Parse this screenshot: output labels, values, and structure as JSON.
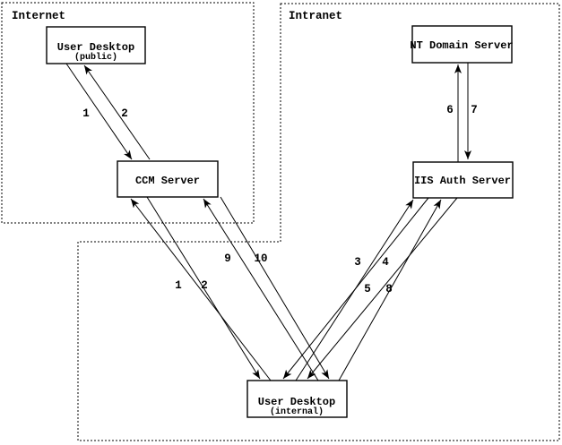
{
  "regions": {
    "internet": {
      "label": "Internet"
    },
    "intranet": {
      "label": "Intranet"
    }
  },
  "nodes": {
    "user_desktop_public": {
      "label": "User Desktop",
      "sublabel": "(public)",
      "region": "Internet"
    },
    "ccm_server": {
      "label": "CCM Server",
      "region": "Internet"
    },
    "nt_domain_server": {
      "label": "NT Domain Server",
      "region": "Intranet"
    },
    "iis_auth_server": {
      "label": "IIS Auth Server",
      "region": "Intranet"
    },
    "user_desktop_internal": {
      "label": "User Desktop",
      "sublabel": "(internal)",
      "region": "Intranet"
    }
  },
  "edges": [
    {
      "label": "1",
      "from": "user_desktop_public",
      "to": "ccm_server"
    },
    {
      "label": "2",
      "from": "ccm_server",
      "to": "user_desktop_public"
    },
    {
      "label": "1",
      "from": "user_desktop_internal",
      "to": "ccm_server"
    },
    {
      "label": "2",
      "from": "ccm_server",
      "to": "user_desktop_internal"
    },
    {
      "label": "9",
      "from": "user_desktop_internal",
      "to": "ccm_server"
    },
    {
      "label": "10",
      "from": "ccm_server",
      "to": "user_desktop_internal"
    },
    {
      "label": "3",
      "from": "user_desktop_internal",
      "to": "iis_auth_server"
    },
    {
      "label": "4",
      "from": "iis_auth_server",
      "to": "user_desktop_internal"
    },
    {
      "label": "5",
      "from": "user_desktop_internal",
      "to": "iis_auth_server"
    },
    {
      "label": "8",
      "from": "iis_auth_server",
      "to": "user_desktop_internal"
    },
    {
      "label": "6",
      "from": "iis_auth_server",
      "to": "nt_domain_server"
    },
    {
      "label": "7",
      "from": "nt_domain_server",
      "to": "iis_auth_server"
    }
  ],
  "colors": {
    "ink": "#000000",
    "background": "#ffffff"
  }
}
